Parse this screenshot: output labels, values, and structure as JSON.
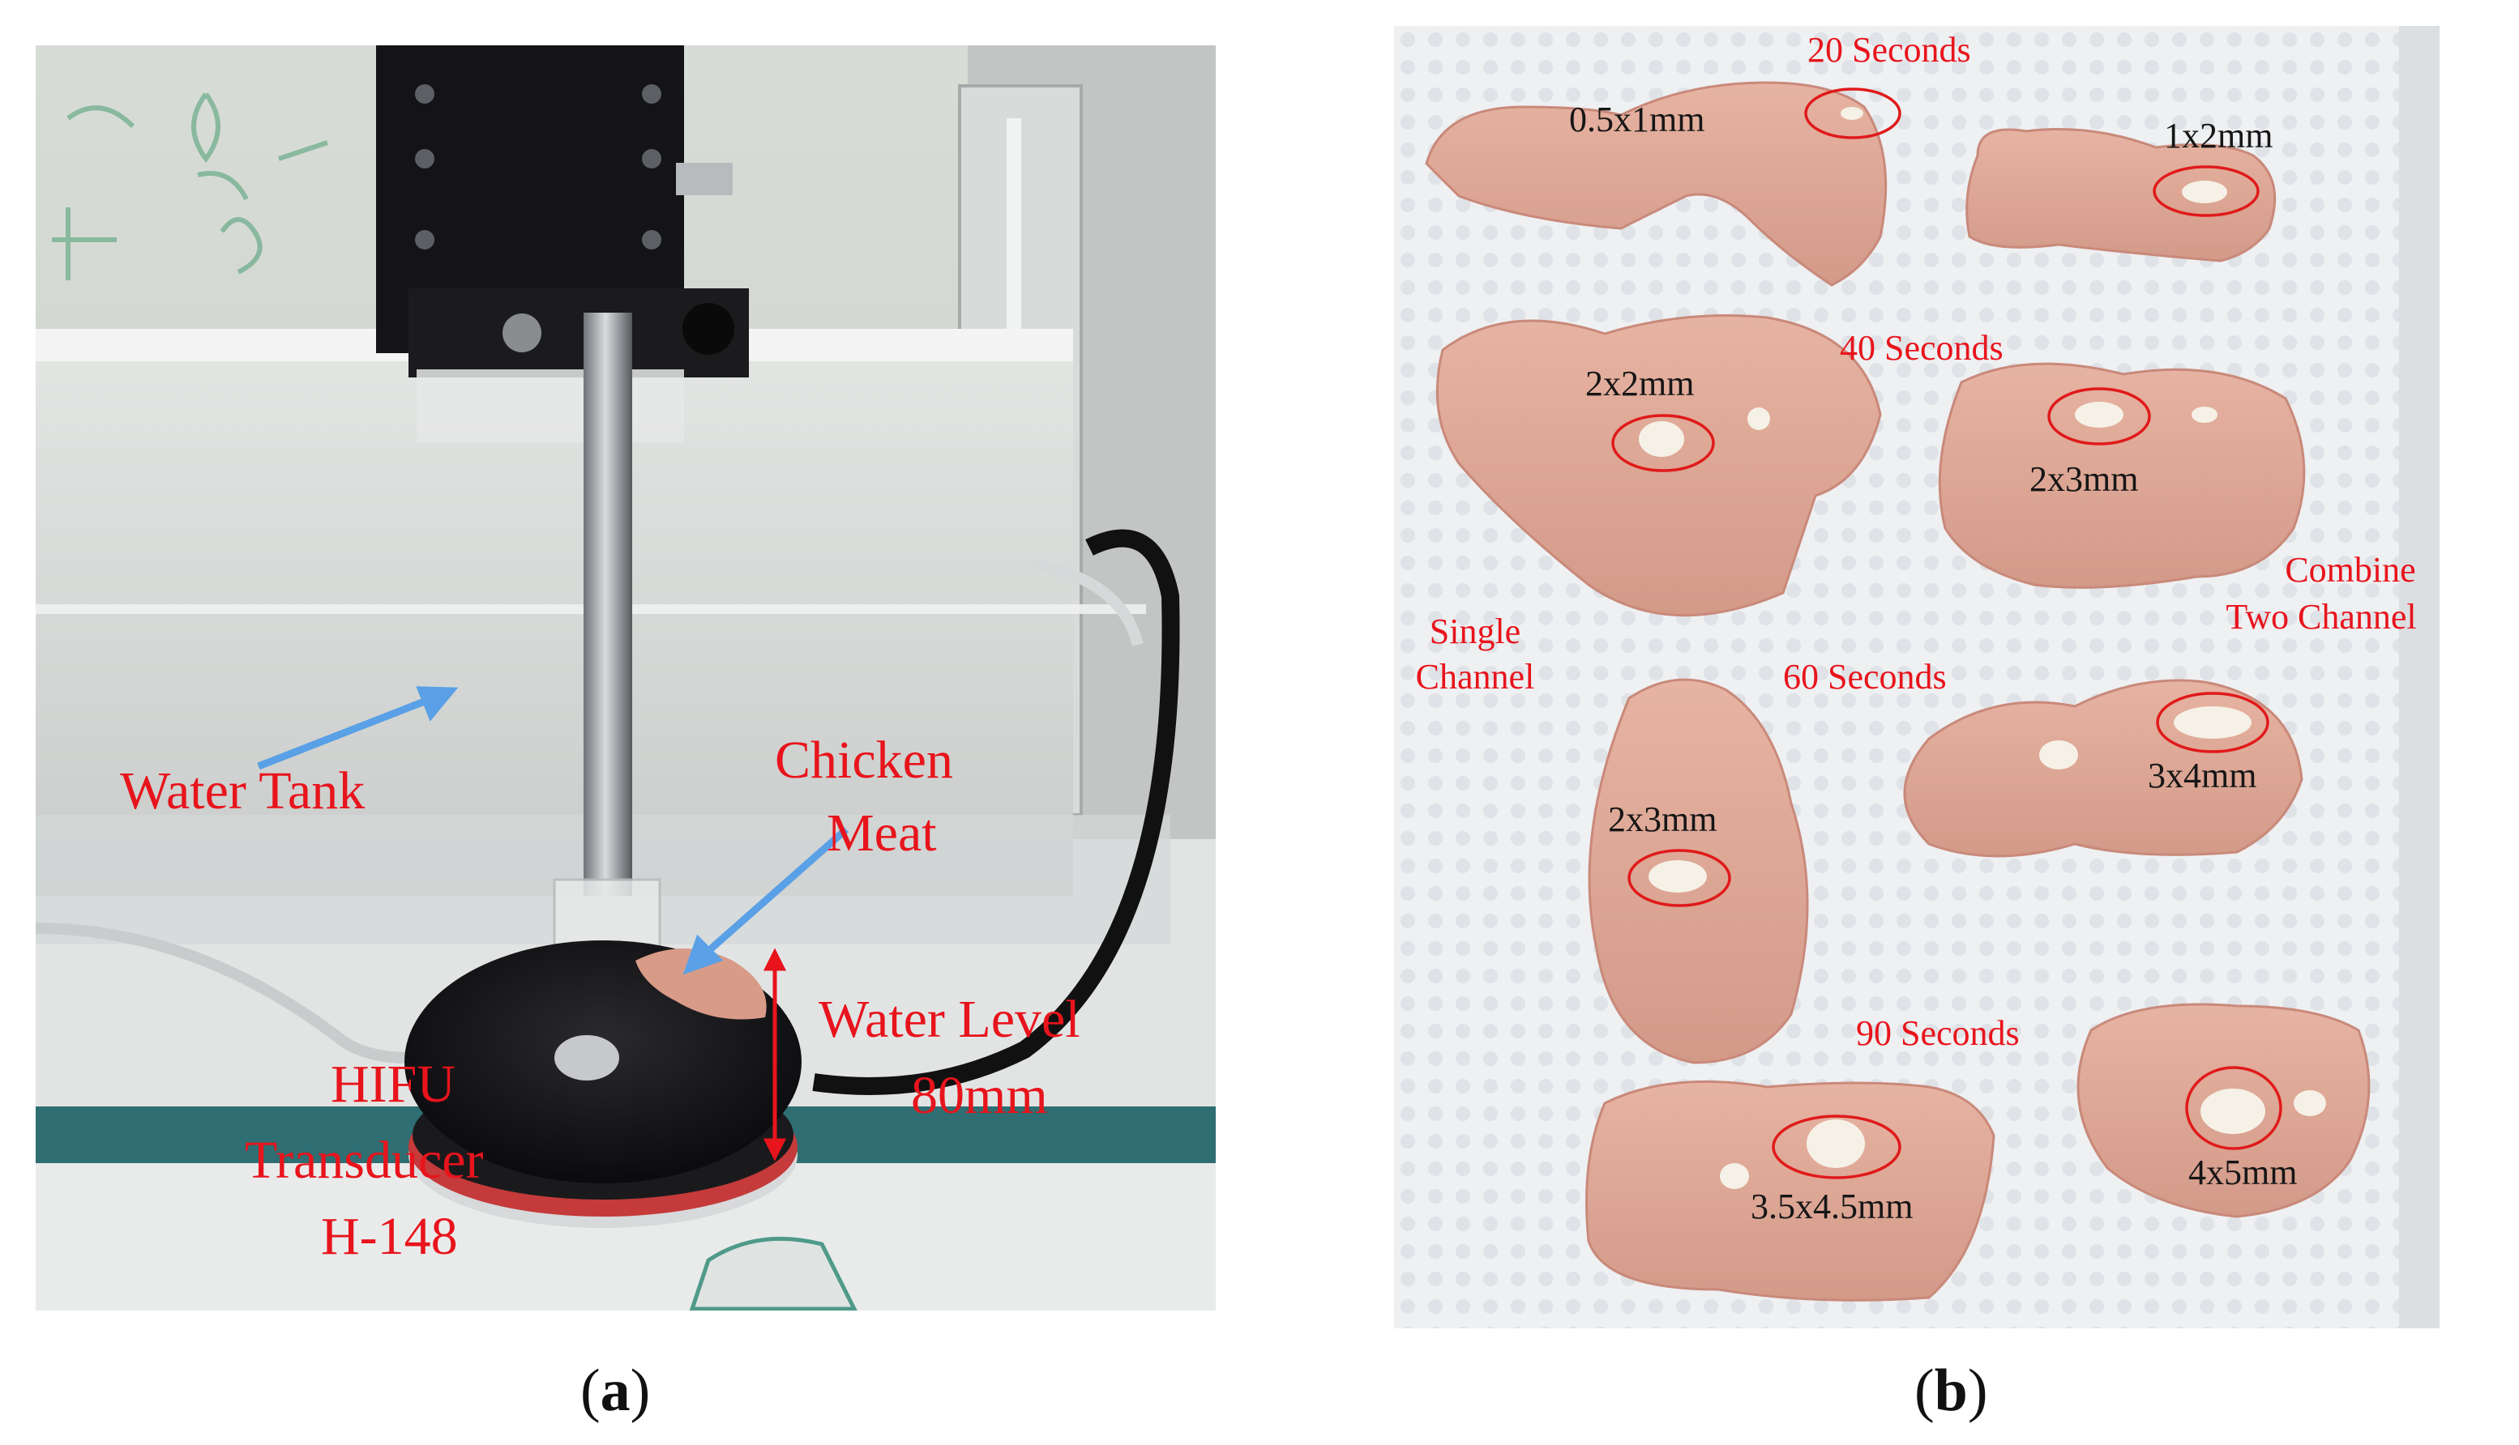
{
  "panel_a": {
    "caption_open": "(",
    "caption_letter": "a",
    "caption_close": ")",
    "labels": {
      "water_tank": "Water Tank",
      "chicken": "Chicken",
      "meat": "Meat",
      "water_level": "Water Level",
      "water_level_value": "80mm",
      "hifu": "HIFU",
      "transducer": "Transducer",
      "model": "H-148"
    },
    "colors": {
      "label": "#e8141c",
      "arrow": "#5aa0e6"
    }
  },
  "panel_b": {
    "caption_open": "(",
    "caption_letter": "b",
    "caption_close": ")",
    "group_labels": {
      "single": "Single",
      "channel": "Channel",
      "combine": "Combine",
      "two_channel": "Two Channel"
    },
    "times": {
      "t20": "20 Seconds",
      "t40": "40 Seconds",
      "t60": "60 Seconds",
      "t90": "90 Seconds"
    },
    "sizes": {
      "s20_single": "0.5x1mm",
      "s20_combined": "1x2mm",
      "s40_single": "2x2mm",
      "s40_combined": "2x3mm",
      "s60_single": "2x3mm",
      "s60_combined": "3x4mm",
      "s90_single": "3.5x4.5mm",
      "s90_combined": "4x5mm"
    },
    "colors": {
      "label": "#e8141c",
      "circle": "#e01a1a",
      "size_text": "#161616"
    }
  }
}
